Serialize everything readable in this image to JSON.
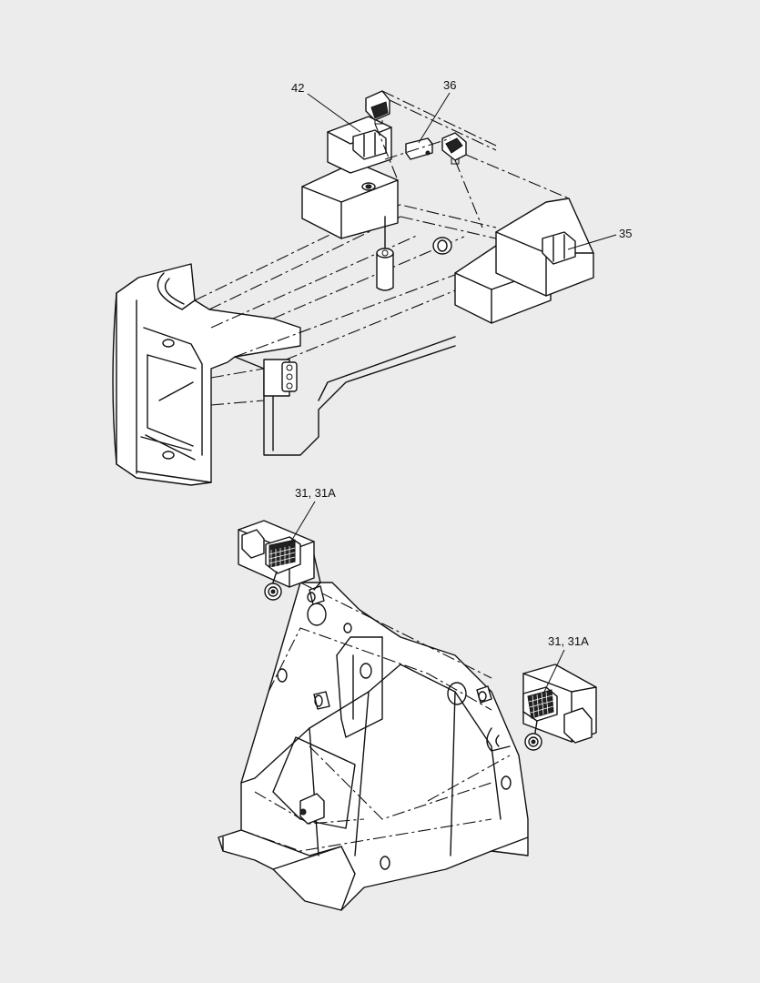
{
  "callouts": {
    "c42": "42",
    "c36": "36",
    "c35": "35",
    "c31_left": "31, 31A",
    "c31_right": "31, 31A"
  },
  "colors": {
    "background": "#ececec",
    "line": "#111111",
    "fill": "#ffffff"
  }
}
